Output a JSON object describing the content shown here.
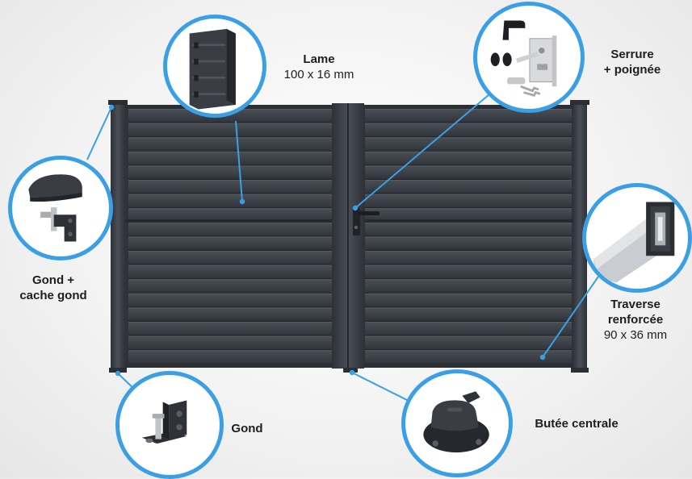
{
  "colors": {
    "accent": "#3b9fe6",
    "gate": "#3d4148"
  },
  "labels": {
    "lame": {
      "title": "Lame",
      "detail": "100 x 16 mm"
    },
    "serrure": {
      "line1": "Serrure",
      "line2": "+ poignée"
    },
    "gond_cache": {
      "line1": "Gond +",
      "line2": "cache gond"
    },
    "traverse": {
      "line1": "Traverse",
      "line2": "renforcée",
      "detail": "90 x 36 mm"
    },
    "gond": {
      "title": "Gond"
    },
    "butee": {
      "title": "Butée centrale"
    }
  },
  "icons": [
    "lame-profile-icon",
    "lock-handle-icon",
    "hinge-cover-icon",
    "traverse-profile-icon",
    "hinge-icon",
    "central-stop-icon"
  ]
}
